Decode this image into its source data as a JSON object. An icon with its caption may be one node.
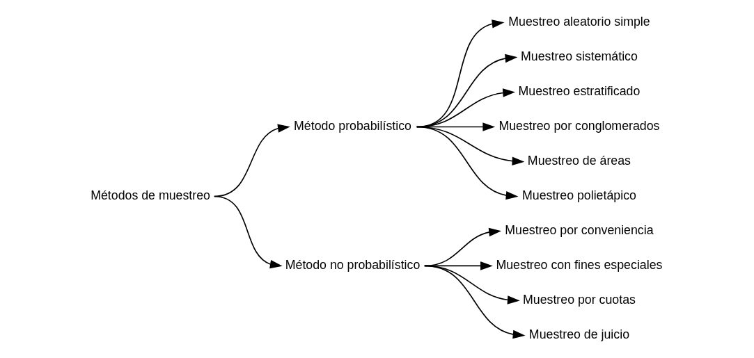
{
  "diagram": {
    "nodes": [
      {
        "text": [
          "Métodos de muestreo"
        ]
      },
      {
        "text": [
          "Método probabilístico"
        ]
      },
      {
        "text": [
          "Muestreo aleatorio simple"
        ]
      },
      {
        "text": [
          "Muestreo sistemático"
        ]
      },
      {
        "text": [
          "Muestreo estratificado"
        ]
      },
      {
        "text": [
          "Muestreo por conglomerados"
        ]
      },
      {
        "text": [
          "Muestreo de áreas"
        ]
      },
      {
        "text": [
          "Muestreo polietápico"
        ]
      },
      {
        "text": [
          "Método no probabilístico"
        ]
      },
      {
        "text": [
          "Muestreo por conveniencia"
        ]
      },
      {
        "text": [
          "Muestreo con fines especiales"
        ]
      },
      {
        "text": [
          "Muestreo por cuotas"
        ]
      },
      {
        "text": [
          "Muestreo de juicio"
        ]
      }
    ],
    "edges": [
      {
        "from": 0,
        "to": 1,
        "arrow": "to"
      },
      {
        "from": 0,
        "to": 8,
        "arrow": "to"
      },
      {
        "from": 1,
        "to": 2,
        "arrow": "to"
      },
      {
        "from": 1,
        "to": 3,
        "arrow": "to"
      },
      {
        "from": 1,
        "to": 4,
        "arrow": "to"
      },
      {
        "from": 1,
        "to": 5,
        "arrow": "to"
      },
      {
        "from": 1,
        "to": 6,
        "arrow": "to"
      },
      {
        "from": 1,
        "to": 7,
        "arrow": "to"
      },
      {
        "from": 8,
        "to": 9,
        "arrow": "to"
      },
      {
        "from": 8,
        "to": 10,
        "arrow": "to"
      },
      {
        "from": 8,
        "to": 11,
        "arrow": "to"
      },
      {
        "from": 8,
        "to": 12,
        "arrow": "to"
      }
    ]
  }
}
